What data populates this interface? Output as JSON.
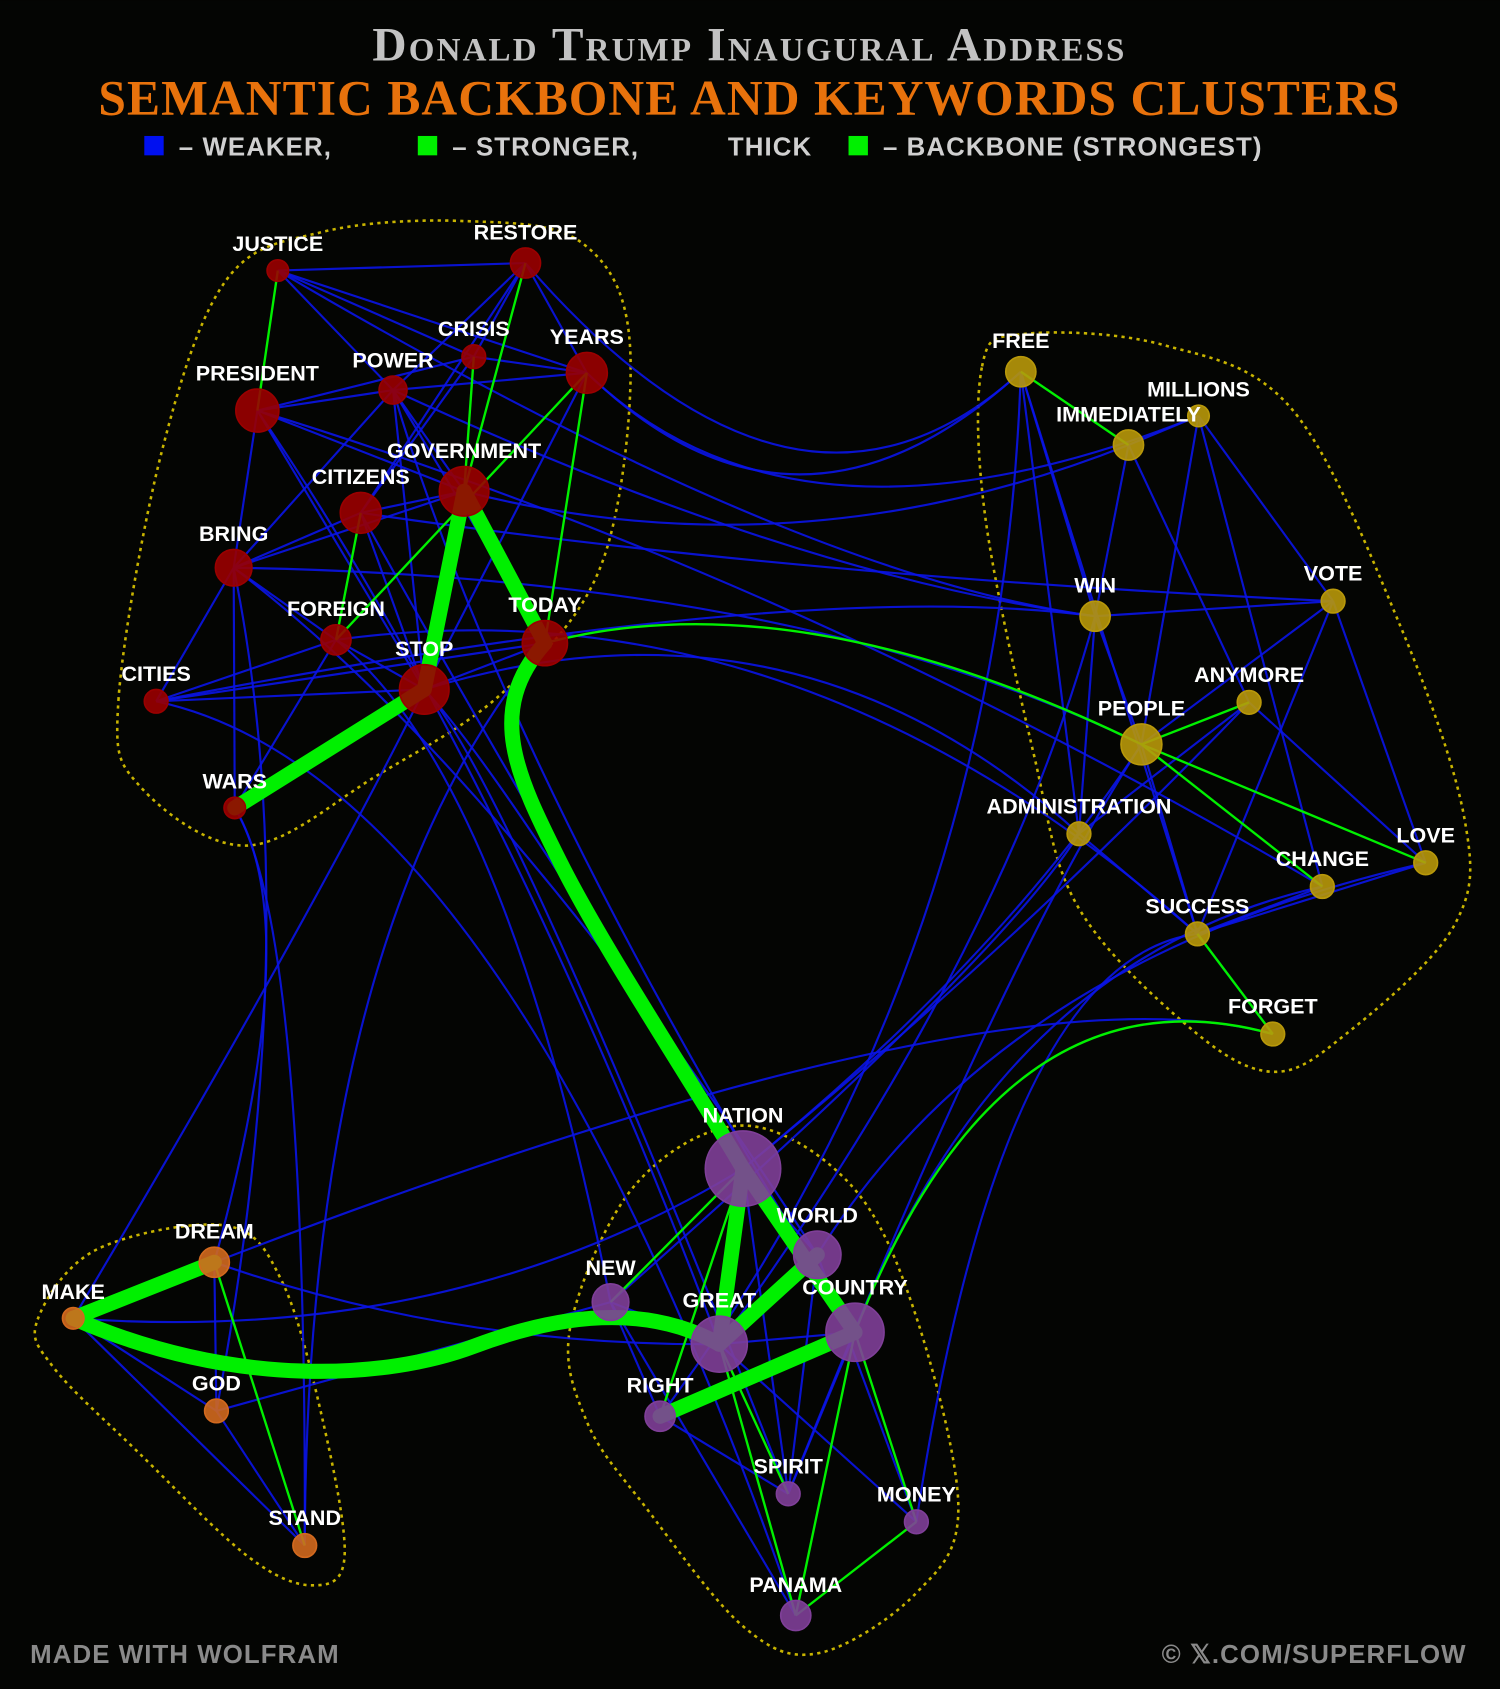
{
  "header": {
    "title": "Donald Trump Inaugural Address",
    "subtitle": "SEMANTIC BACKBONE AND KEYWORDS CLUSTERS",
    "legend": [
      {
        "color": "#0010f0",
        "label": "– WEAKER,"
      },
      {
        "color": "#00f000",
        "label": "– STRONGER,"
      },
      {
        "color": "#00f000",
        "prefix": "THICK",
        "label": "– BACKBONE (STRONGEST)"
      }
    ]
  },
  "footer": {
    "left": "MADE WITH WOLFRAM",
    "right": "© 𝕏.COM/SUPERFLOW"
  },
  "colors": {
    "weak": "#0a14e6",
    "strong": "#00f000",
    "clusters": {
      "red": "#9a0000",
      "yellow": "#b8980a",
      "purple": "#7f3f98",
      "orange": "#d2691e"
    }
  },
  "nodes": [
    {
      "label": "JUSTICE",
      "cluster": "red"
    },
    {
      "label": "RESTORE",
      "cluster": "red"
    },
    {
      "label": "CRISIS",
      "cluster": "red"
    },
    {
      "label": "YEARS",
      "cluster": "red"
    },
    {
      "label": "POWER",
      "cluster": "red"
    },
    {
      "label": "PRESIDENT",
      "cluster": "red"
    },
    {
      "label": "GOVERNMENT",
      "cluster": "red"
    },
    {
      "label": "CITIZENS",
      "cluster": "red"
    },
    {
      "label": "BRING",
      "cluster": "red"
    },
    {
      "label": "FOREIGN",
      "cluster": "red"
    },
    {
      "label": "TODAY",
      "cluster": "red"
    },
    {
      "label": "STOP",
      "cluster": "red"
    },
    {
      "label": "CITIES",
      "cluster": "red"
    },
    {
      "label": "WARS",
      "cluster": "red"
    },
    {
      "label": "FREE",
      "cluster": "yellow"
    },
    {
      "label": "MILLIONS",
      "cluster": "yellow"
    },
    {
      "label": "IMMEDIATELY",
      "cluster": "yellow"
    },
    {
      "label": "WIN",
      "cluster": "yellow"
    },
    {
      "label": "VOTE",
      "cluster": "yellow"
    },
    {
      "label": "ANYMORE",
      "cluster": "yellow"
    },
    {
      "label": "PEOPLE",
      "cluster": "yellow"
    },
    {
      "label": "ADMINISTRATION",
      "cluster": "yellow"
    },
    {
      "label": "LOVE",
      "cluster": "yellow"
    },
    {
      "label": "CHANGE",
      "cluster": "yellow"
    },
    {
      "label": "SUCCESS",
      "cluster": "yellow"
    },
    {
      "label": "FORGET",
      "cluster": "yellow"
    },
    {
      "label": "NATION",
      "cluster": "purple"
    },
    {
      "label": "WORLD",
      "cluster": "purple"
    },
    {
      "label": "NEW",
      "cluster": "purple"
    },
    {
      "label": "GREAT",
      "cluster": "purple"
    },
    {
      "label": "COUNTRY",
      "cluster": "purple"
    },
    {
      "label": "RIGHT",
      "cluster": "purple"
    },
    {
      "label": "SPIRIT",
      "cluster": "purple"
    },
    {
      "label": "MONEY",
      "cluster": "purple"
    },
    {
      "label": "PANAMA",
      "cluster": "purple"
    },
    {
      "label": "DREAM",
      "cluster": "orange"
    },
    {
      "label": "MAKE",
      "cluster": "orange"
    },
    {
      "label": "GOD",
      "cluster": "orange"
    },
    {
      "label": "STAND",
      "cluster": "orange"
    }
  ],
  "edges": {
    "backbone": [
      [
        "GOVERNMENT",
        "STOP"
      ],
      [
        "GOVERNMENT",
        "TODAY"
      ],
      [
        "STOP",
        "WARS"
      ],
      [
        "TODAY",
        "NATION"
      ],
      [
        "NATION",
        "GREAT"
      ],
      [
        "NATION",
        "COUNTRY"
      ],
      [
        "GREAT",
        "WORLD"
      ],
      [
        "COUNTRY",
        "RIGHT"
      ],
      [
        "MAKE",
        "DREAM"
      ],
      [
        "MAKE",
        "GREAT"
      ]
    ],
    "stronger": [
      [
        "FREE",
        "IMMEDIATELY"
      ],
      [
        "PEOPLE",
        "ANYMORE"
      ],
      [
        "PEOPLE",
        "LOVE"
      ],
      [
        "PEOPLE",
        "CHANGE"
      ],
      [
        "PEOPLE",
        "TODAY"
      ],
      [
        "YEARS",
        "TODAY"
      ],
      [
        "YEARS",
        "FOREIGN"
      ],
      [
        "RESTORE",
        "GOVERNMENT"
      ],
      [
        "CRISIS",
        "GOVERNMENT"
      ],
      [
        "CITIZENS",
        "FOREIGN"
      ],
      [
        "DREAM",
        "STAND"
      ],
      [
        "NEW",
        "NATION"
      ],
      [
        "NATION",
        "RIGHT"
      ],
      [
        "GREAT",
        "SPIRIT"
      ],
      [
        "GREAT",
        "PANAMA"
      ],
      [
        "COUNTRY",
        "MONEY"
      ],
      [
        "COUNTRY",
        "PANAMA"
      ],
      [
        "MONEY",
        "PANAMA"
      ],
      [
        "FORGET",
        "COUNTRY"
      ],
      [
        "FORGET",
        "SUCCESS"
      ],
      [
        "JUSTICE",
        "PRESIDENT"
      ]
    ],
    "weaker": [
      [
        "JUSTICE",
        "RESTORE"
      ],
      [
        "JUSTICE",
        "POWER"
      ],
      [
        "JUSTICE",
        "CRISIS"
      ],
      [
        "JUSTICE",
        "YEARS"
      ],
      [
        "RESTORE",
        "POWER"
      ],
      [
        "RESTORE",
        "YEARS"
      ],
      [
        "RESTORE",
        "CITIZENS"
      ],
      [
        "RESTORE",
        "CRISIS"
      ],
      [
        "CRISIS",
        "PRESIDENT"
      ],
      [
        "CRISIS",
        "CITIZENS"
      ],
      [
        "CRISIS",
        "YEARS"
      ],
      [
        "POWER",
        "PRESIDENT"
      ],
      [
        "POWER",
        "GOVERNMENT"
      ],
      [
        "POWER",
        "STOP"
      ],
      [
        "POWER",
        "TODAY"
      ],
      [
        "POWER",
        "BRING"
      ],
      [
        "PRESIDENT",
        "BRING"
      ],
      [
        "PRESIDENT",
        "STOP"
      ],
      [
        "PRESIDENT",
        "GOVERNMENT"
      ],
      [
        "CITIZENS",
        "BRING"
      ],
      [
        "CITIZENS",
        "STOP"
      ],
      [
        "CITIZENS",
        "GOVERNMENT"
      ],
      [
        "BRING",
        "CITIES"
      ],
      [
        "BRING",
        "FOREIGN"
      ],
      [
        "BRING",
        "GOVERNMENT"
      ],
      [
        "BRING",
        "WARS"
      ],
      [
        "CITIES",
        "STOP"
      ],
      [
        "CITIES",
        "TODAY"
      ],
      [
        "CITIES",
        "FOREIGN"
      ],
      [
        "FOREIGN",
        "STOP"
      ],
      [
        "YEARS",
        "STOP"
      ],
      [
        "YEARS",
        "POWER"
      ],
      [
        "TODAY",
        "STOP"
      ],
      [
        "WARS",
        "FOREIGN"
      ],
      [
        "FREE",
        "WIN"
      ],
      [
        "FREE",
        "ADMINISTRATION"
      ],
      [
        "FREE",
        "SUCCESS"
      ],
      [
        "MILLIONS",
        "IMMEDIATELY"
      ],
      [
        "MILLIONS",
        "VOTE"
      ],
      [
        "MILLIONS",
        "PEOPLE"
      ],
      [
        "MILLIONS",
        "CHANGE"
      ],
      [
        "IMMEDIATELY",
        "WIN"
      ],
      [
        "IMMEDIATELY",
        "ANYMORE"
      ],
      [
        "WIN",
        "VOTE"
      ],
      [
        "WIN",
        "PEOPLE"
      ],
      [
        "WIN",
        "ADMINISTRATION"
      ],
      [
        "VOTE",
        "LOVE"
      ],
      [
        "VOTE",
        "PEOPLE"
      ],
      [
        "VOTE",
        "SUCCESS"
      ],
      [
        "ANYMORE",
        "ADMINISTRATION"
      ],
      [
        "ANYMORE",
        "LOVE"
      ],
      [
        "PEOPLE",
        "SUCCESS"
      ],
      [
        "ADMINISTRATION",
        "SUCCESS"
      ],
      [
        "CHANGE",
        "SUCCESS"
      ],
      [
        "LOVE",
        "SUCCESS"
      ],
      [
        "SUCCESS",
        "FORGET"
      ],
      [
        "JUSTICE",
        "WIN"
      ],
      [
        "RESTORE",
        "FREE"
      ],
      [
        "YEARS",
        "FREE"
      ],
      [
        "YEARS",
        "MILLIONS"
      ],
      [
        "GOVERNMENT",
        "IMMEDIATELY"
      ],
      [
        "CITIZENS",
        "VOTE"
      ],
      [
        "BRING",
        "PEOPLE"
      ],
      [
        "POWER",
        "WIN"
      ],
      [
        "PRESIDENT",
        "CHANGE"
      ],
      [
        "STOP",
        "ADMINISTRATION"
      ],
      [
        "FOREIGN",
        "SUCCESS"
      ],
      [
        "CITIES",
        "WIN"
      ],
      [
        "NATION",
        "ANYMORE"
      ],
      [
        "NATION",
        "PEOPLE"
      ],
      [
        "WORLD",
        "LOVE"
      ],
      [
        "COUNTRY",
        "CHANGE"
      ],
      [
        "GREAT",
        "WIN"
      ],
      [
        "NEW",
        "ADMINISTRATION"
      ],
      [
        "MONEY",
        "SUCCESS"
      ],
      [
        "SPIRIT",
        "PEOPLE"
      ],
      [
        "RIGHT",
        "FREE"
      ],
      [
        "NATION",
        "STOP"
      ],
      [
        "NATION",
        "CITIZENS"
      ],
      [
        "GREAT",
        "PRESIDENT"
      ],
      [
        "NEW",
        "FOREIGN"
      ],
      [
        "COUNTRY",
        "POWER"
      ],
      [
        "WORLD",
        "BRING"
      ],
      [
        "PANAMA",
        "CITIES"
      ],
      [
        "SPIRIT",
        "STOP"
      ],
      [
        "NATION",
        "WORLD"
      ],
      [
        "NATION",
        "SPIRIT"
      ],
      [
        "NEW",
        "GREAT"
      ],
      [
        "NEW",
        "RIGHT"
      ],
      [
        "NEW",
        "PANAMA"
      ],
      [
        "GREAT",
        "COUNTRY"
      ],
      [
        "GREAT",
        "MONEY"
      ],
      [
        "COUNTRY",
        "SPIRIT"
      ],
      [
        "RIGHT",
        "SPIRIT"
      ],
      [
        "WORLD",
        "MONEY"
      ],
      [
        "WORLD",
        "SPIRIT"
      ],
      [
        "MAKE",
        "GOD"
      ],
      [
        "MAKE",
        "STAND"
      ],
      [
        "DREAM",
        "GOD"
      ],
      [
        "DREAM",
        "GREAT"
      ],
      [
        "GOD",
        "STAND"
      ],
      [
        "GOD",
        "NEW"
      ],
      [
        "DREAM",
        "WARS"
      ],
      [
        "GOD",
        "BRING"
      ],
      [
        "STAND",
        "TODAY"
      ],
      [
        "MAKE",
        "STOP"
      ],
      [
        "DREAM",
        "FORGET"
      ],
      [
        "STAND",
        "WARS"
      ],
      [
        "MAKE",
        "NATION"
      ]
    ]
  }
}
